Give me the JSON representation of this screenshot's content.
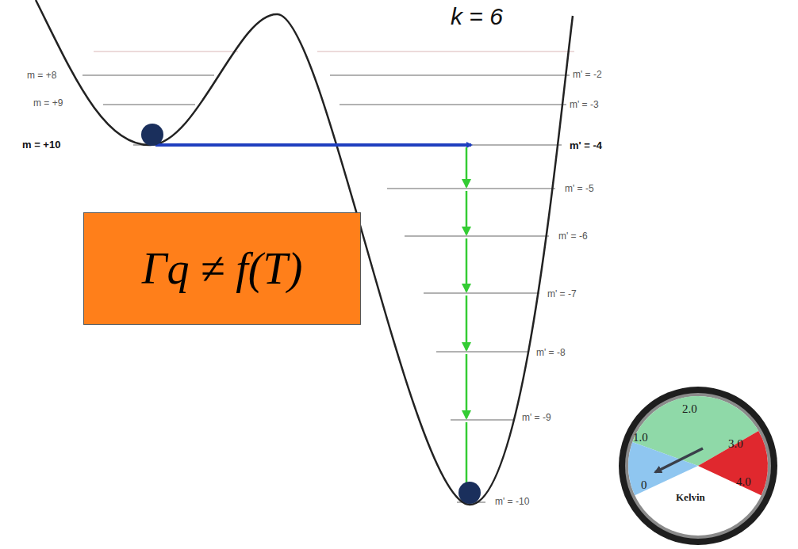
{
  "diagram": {
    "nodes": [
      {
        "text": [
          "Γq ≠ f(T)"
        ]
      },
      {
        "text": [
          "2.0",
          "1.0",
          "3.0",
          "0",
          "4.0",
          "Kelvin"
        ]
      }
    ],
    "labels": [
      "k = 6",
      "m = +8",
      "m = +9",
      "m = +10",
      "m' = -2",
      "m' = -3",
      "m' = -4",
      "m' = -5",
      "m' = -6",
      "m' = -7",
      "m' = -8",
      "m' = -9",
      "m' = -10"
    ]
  }
}
